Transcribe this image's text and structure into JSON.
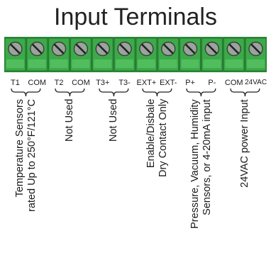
{
  "title": "Input Terminals",
  "colors": {
    "terminal_green": "#3daa4a",
    "terminal_dark": "#2c8a39",
    "screw": "#9aa39c"
  },
  "terminals": [
    "T1",
    "COM",
    "T2",
    "COM",
    "T3+",
    "T3-",
    "EXT+",
    "EXT-",
    "P+",
    "P-",
    "COM",
    "24VAC"
  ],
  "groups": [
    {
      "lines": [
        "Temperature Sensors",
        "rated Up to 250°F/121°C"
      ]
    },
    {
      "lines": [
        "Not Used"
      ]
    },
    {
      "lines": [
        "Not Used"
      ]
    },
    {
      "lines": [
        "Enable/Disbale",
        "Dry Contact Only"
      ]
    },
    {
      "lines": [
        "Pressure, Vacuum, Humidity",
        "Sensors, or 4-20mA input"
      ]
    },
    {
      "lines": [
        "24VAC power Input"
      ]
    }
  ]
}
